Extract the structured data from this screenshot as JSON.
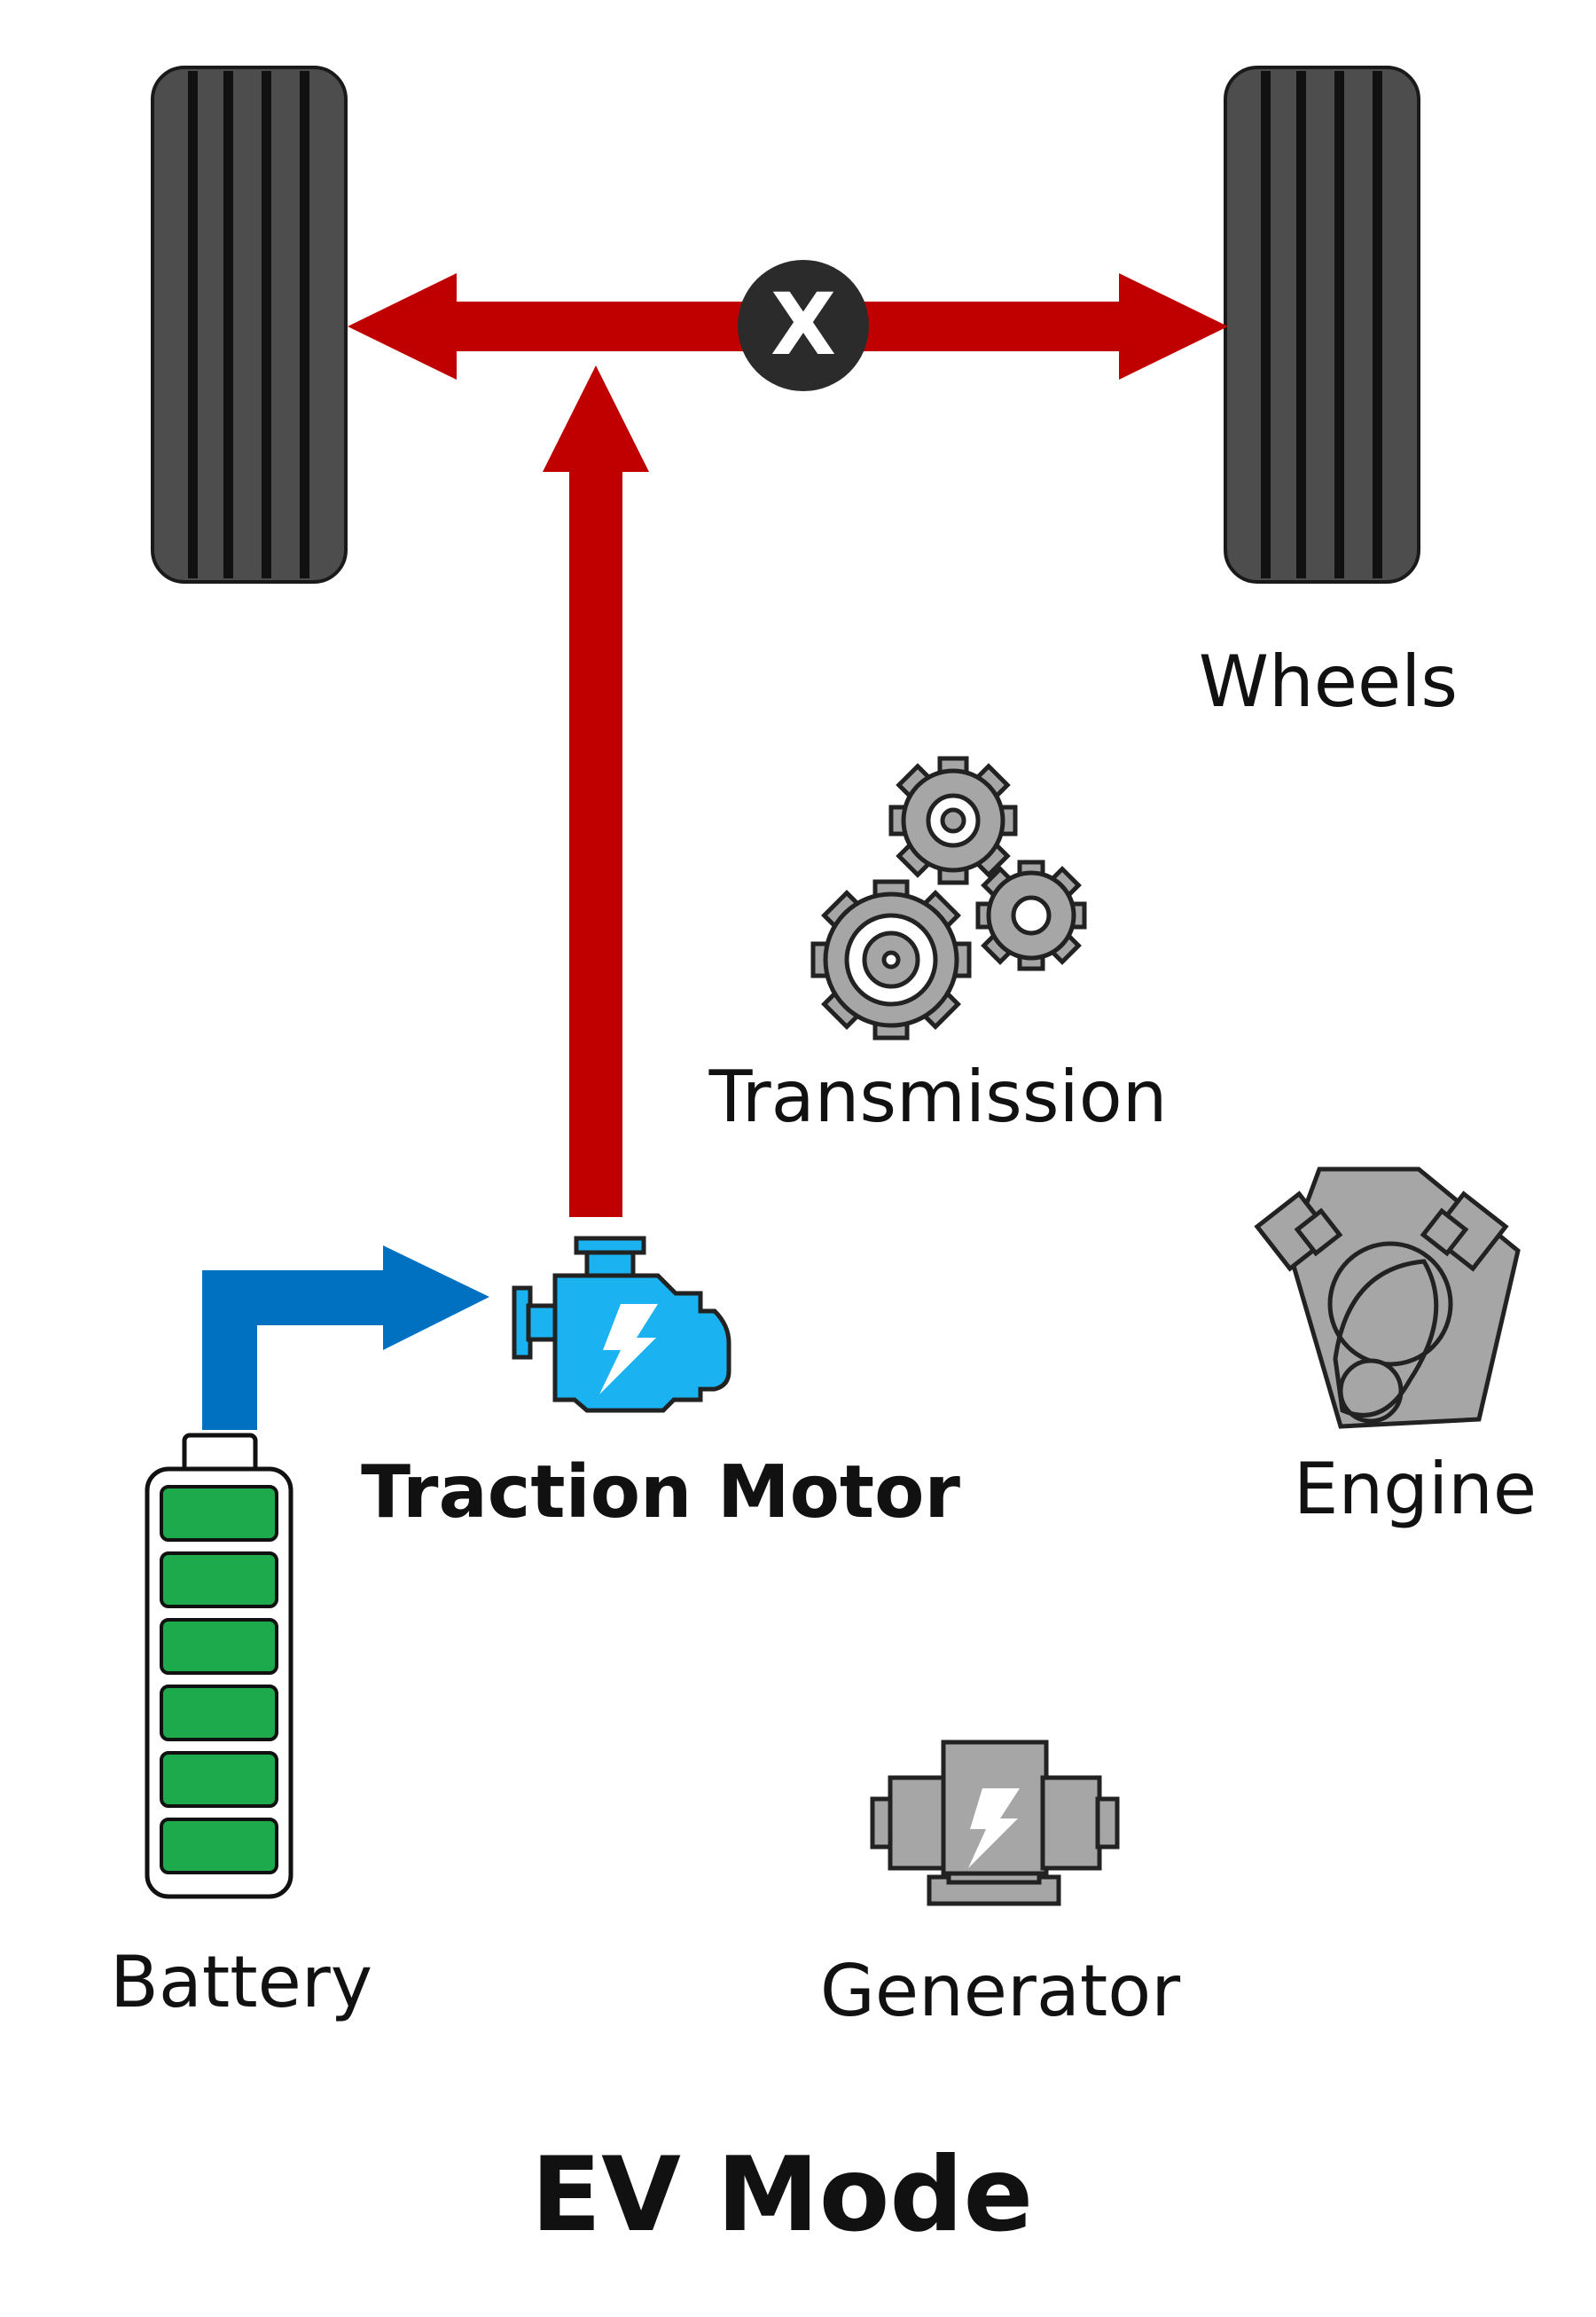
{
  "labels": {
    "wheels": "Wheels",
    "transmission": "Transmission",
    "traction_motor": "Traction Motor",
    "engine": "Engine",
    "battery": "Battery",
    "generator": "Generator",
    "diff_marker": "X",
    "mode_title": "EV Mode"
  },
  "colors": {
    "mechanical_flow": "#c00000",
    "electrical_flow": "#0070c0",
    "motor_active": "#1ab2f0",
    "battery_cell": "#1caa4c",
    "tire": "#4d4d4d",
    "inactive_component": "#a6a6a6",
    "differential": "#2b2b2b"
  },
  "battery": {
    "cells_filled": 6,
    "cells_total": 6
  },
  "icons": {
    "wheel": "tire-icon",
    "transmission": "gears-icon",
    "traction_motor": "electric-motor-icon",
    "engine": "engine-icon",
    "battery": "battery-icon",
    "generator": "generator-icon"
  }
}
